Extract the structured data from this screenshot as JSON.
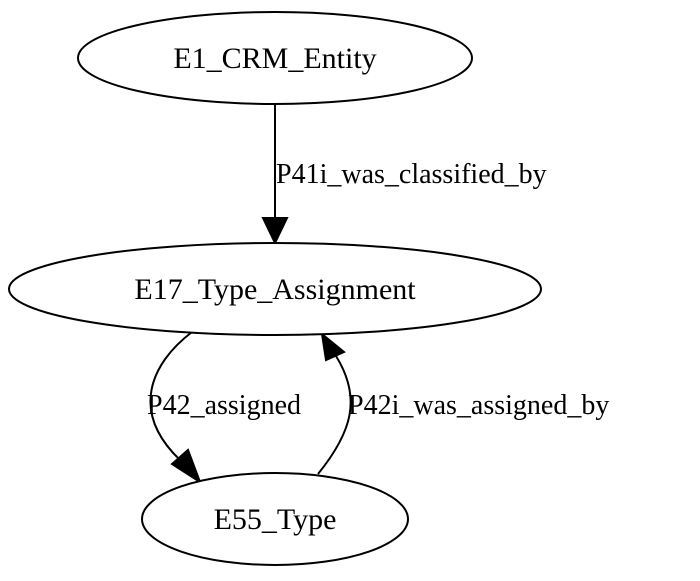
{
  "diagram": {
    "nodes": {
      "crm_entity": {
        "label": "E1_CRM_Entity"
      },
      "type_assignment": {
        "label": "E17_Type_Assignment"
      },
      "type": {
        "label": "E55_Type"
      }
    },
    "edges": {
      "was_classified_by": {
        "label": "P41i_was_classified_by",
        "from": "E1_CRM_Entity",
        "to": "E17_Type_Assignment"
      },
      "assigned": {
        "label": "P42_assigned",
        "from": "E17_Type_Assignment",
        "to": "E55_Type"
      },
      "was_assigned_by": {
        "label": "P42i_was_assigned_by",
        "from": "E55_Type",
        "to": "E17_Type_Assignment"
      }
    },
    "colors": {
      "stroke": "#000000",
      "fill": "#ffffff",
      "text": "#000000"
    }
  }
}
